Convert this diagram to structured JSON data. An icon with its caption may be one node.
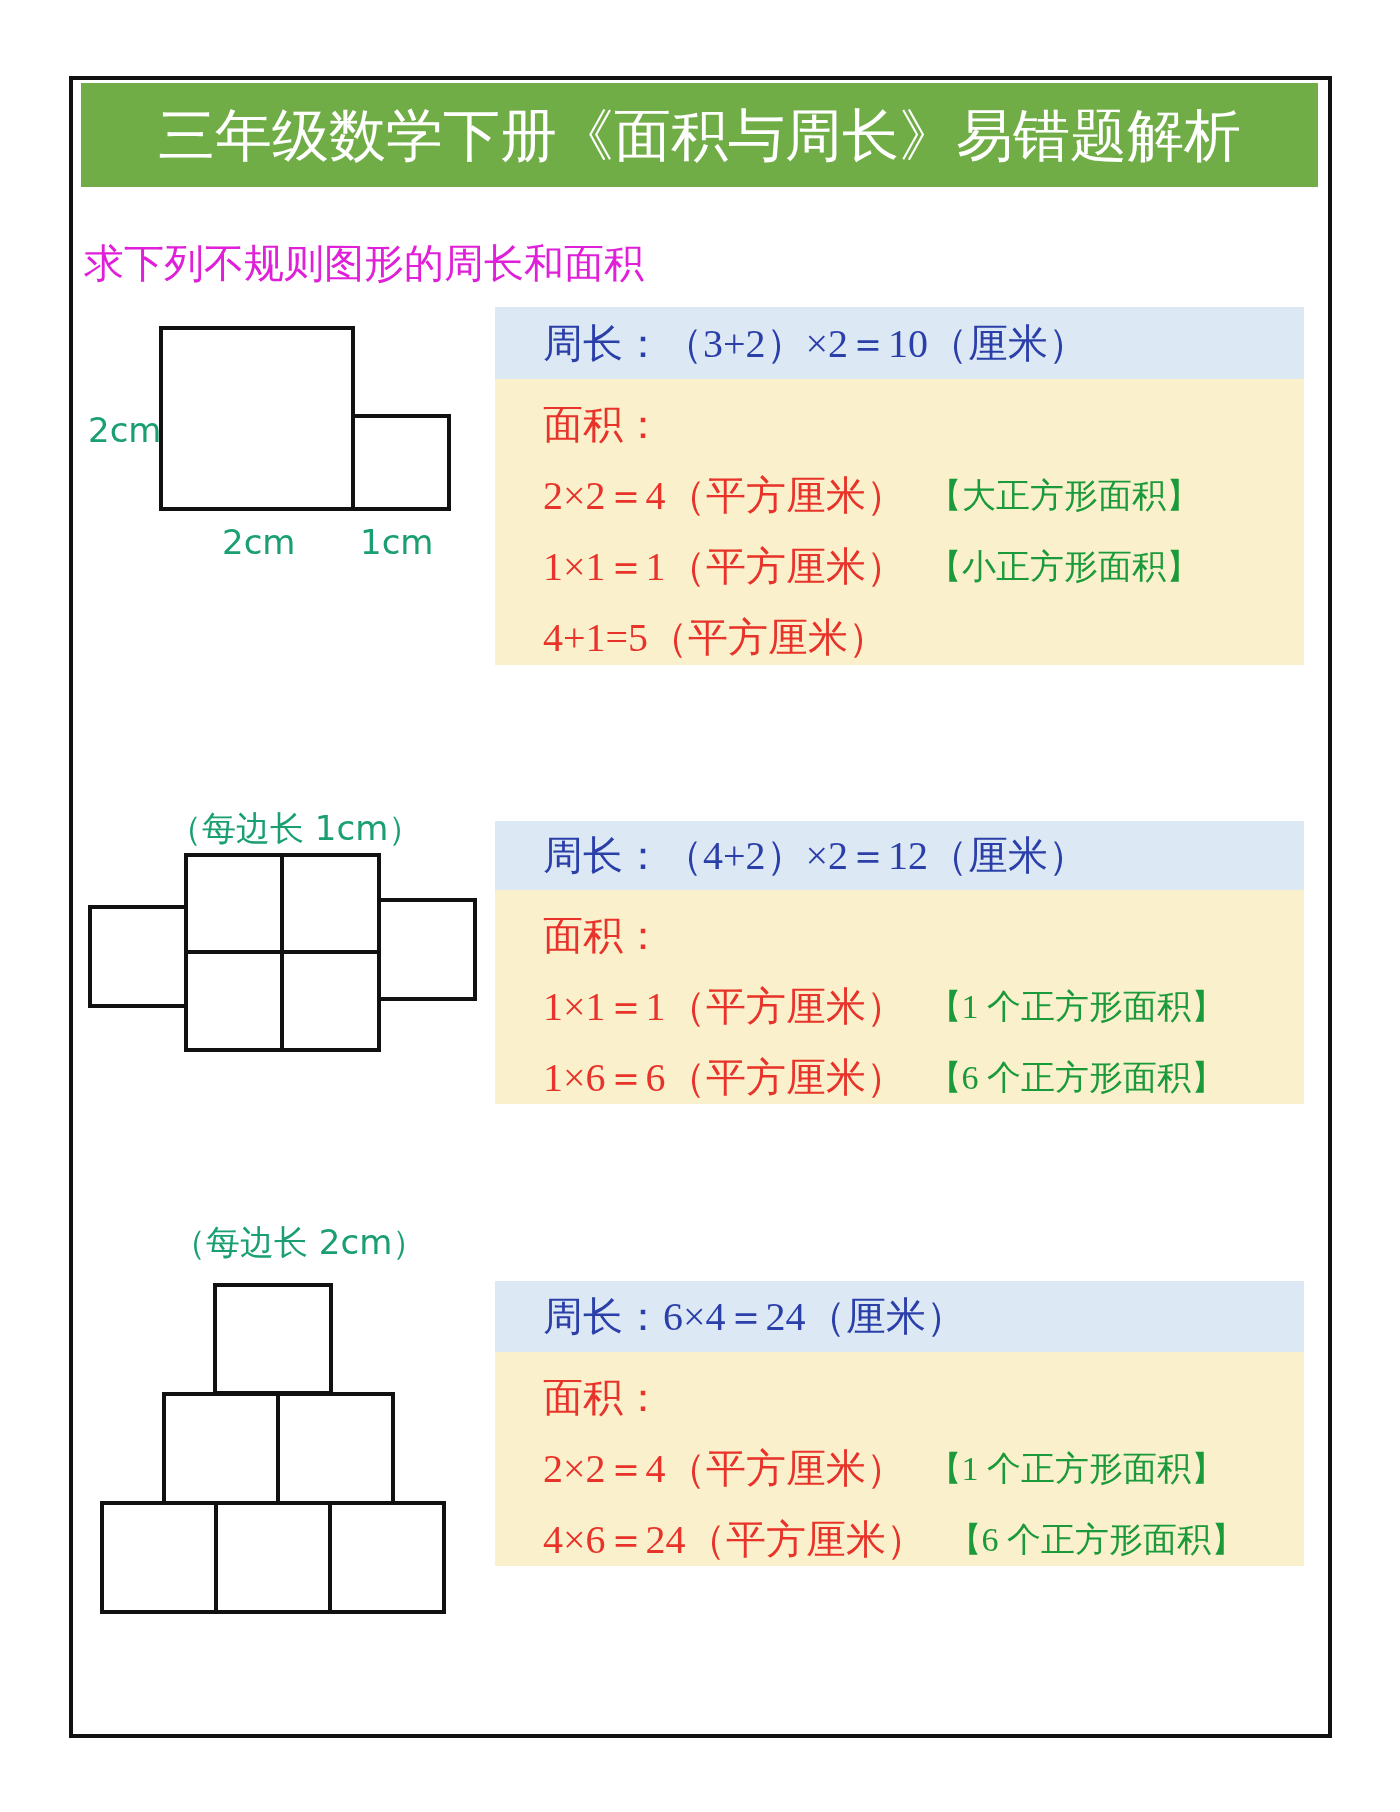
{
  "diagram": {
    "title": "三年级数学下册《面积与周长》易错题解析",
    "nodes": [
      {
        "text": [
          "周长：（3+2）×2＝10（厘米）"
        ]
      },
      {
        "text": [
          "面积：",
          "2×2＝4（平方厘米）",
          "【大正方形面积】",
          "1×1＝1（平方厘米）",
          "【小正方形面积】",
          "4+1=5（平方厘米）"
        ]
      },
      {
        "text": [
          "周长：（4+2）×2＝12（厘米）"
        ]
      },
      {
        "text": [
          "面积：",
          "1×1＝1（平方厘米）",
          "【1 个正方形面积】",
          "1×6＝6（平方厘米）",
          "【6 个正方形面积】"
        ]
      },
      {
        "text": [
          "周长：6×4＝24（厘米）"
        ]
      },
      {
        "text": [
          "面积：",
          "2×2＝4（平方厘米）",
          "【1 个正方形面积】",
          "4×6＝24（平方厘米）",
          "【6 个正方形面积】"
        ]
      }
    ],
    "edges": [],
    "labels": [
      "求下列不规则图形的周长和面积",
      "2cm",
      "2cm",
      "1cm",
      "（每边长 1cm）",
      "（每边长 2cm）"
    ]
  }
}
